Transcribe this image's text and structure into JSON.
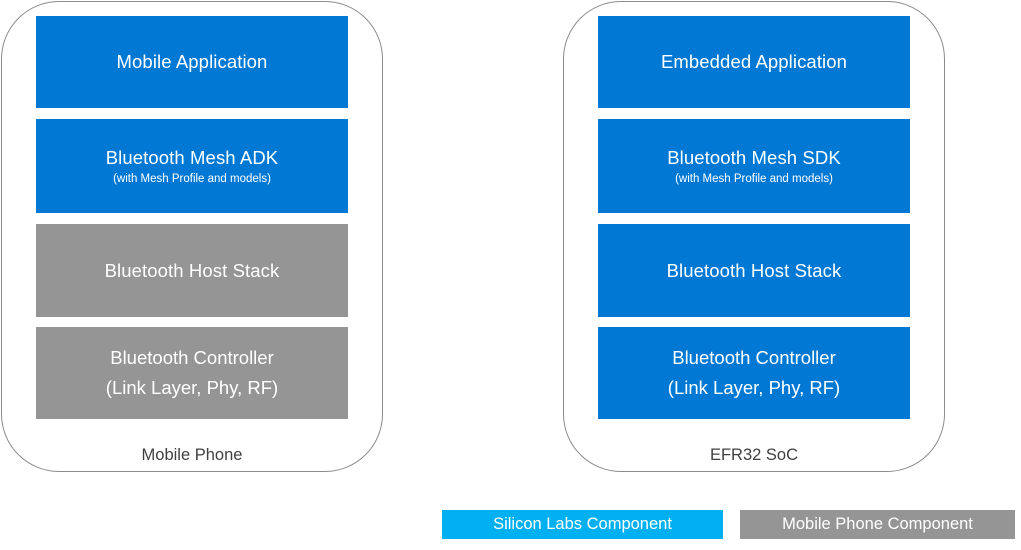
{
  "devices": {
    "left": {
      "label": "Mobile Phone",
      "layers": [
        {
          "title": "Mobile Application",
          "note": ""
        },
        {
          "title": "Bluetooth Mesh ADK",
          "note": "(with Mesh Profile and models)"
        },
        {
          "title": "Bluetooth Host Stack",
          "note": ""
        },
        {
          "title": "Bluetooth Controller",
          "title_line2": "(Link Layer, Phy, RF)"
        }
      ]
    },
    "right": {
      "label": "EFR32 SoC",
      "layers": [
        {
          "title": "Embedded Application",
          "note": ""
        },
        {
          "title": "Bluetooth Mesh SDK",
          "note": "(with Mesh Profile and models)"
        },
        {
          "title": "Bluetooth Host Stack",
          "note": ""
        },
        {
          "title": "Bluetooth Controller",
          "title_line2": "(Link Layer, Phy, RF)"
        }
      ]
    }
  },
  "legend": {
    "silicon_labs": "Silicon Labs Component",
    "mobile_phone": "Mobile Phone Component"
  },
  "colors": {
    "silicon_labs_component": "#0078d4",
    "mobile_phone_component": "#959595",
    "legend_silicon_labs": "#00b0f0",
    "frame_border": "#8c8c8c"
  }
}
